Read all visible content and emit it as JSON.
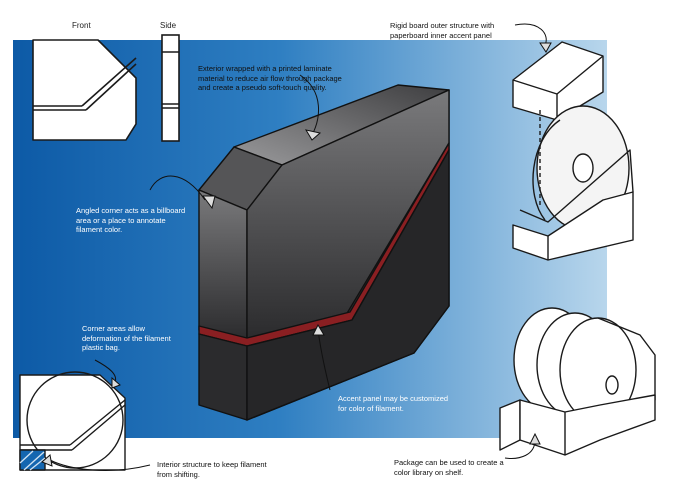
{
  "labels": {
    "front": "Front",
    "side": "Side"
  },
  "notes": {
    "exterior": "Exterior wrapped with a printed laminate material to reduce air flow through package and create a pseudo soft-touch quality.",
    "angled_corner": "Angled corner acts as a billboard area or a place to annotate filament color.",
    "corner_areas": "Corner areas allow deformation of the filament plastic bag.",
    "interior_structure": "Interior structure to keep filament from shifting.",
    "accent_panel": "Accent panel may be customized for color of filament.",
    "rigid_board": "Rigid board outer structure with paperboard inner accent panel",
    "color_library": "Package can be used to create a color library on shelf."
  },
  "colors": {
    "background_blue_dark": "#1466b0",
    "background_blue_light": "#a9cce6",
    "box_dark": "#2b2b2d",
    "box_mid": "#6a6a6c",
    "accent_red": "#8a1f22",
    "sketch_line": "#1a1a1a"
  }
}
